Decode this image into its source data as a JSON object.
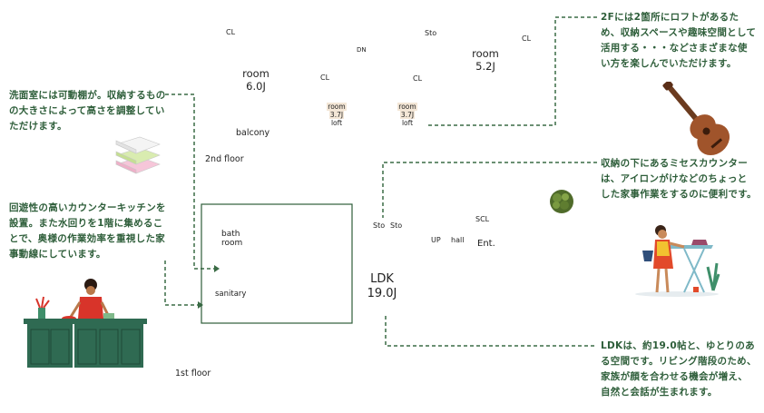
{
  "notes": {
    "top_right": "2Fには2箇所にロフトがあるため、収納スペースや趣味空間として活用する・・・などさまざまな使い方を楽しんでいただけます。",
    "left_top": "洗面室には可動棚が。収納するものの大きさによって高さを調整していただけます。",
    "left_mid": "回遊性の高いカウンターキッチンを設置。また水回りを1階に集めることで、奥様の作業効率を重視した家事動線にしています。",
    "right_mid": "収納の下にあるミセスカウンターは、アイロンがけなどのちょっとした家事作業をするのに便利です。",
    "right_bottom": "LDKは、約19.0帖と、ゆとりのある空間です。リビング階段のため、家族が顔を合わせる機会が増え、自然と会話が生まれます。"
  },
  "second_floor": {
    "floor_label": "2nd floor",
    "labels": {
      "cl_1": "CL",
      "dn": "DN",
      "sto": "Sto",
      "cl_2": "CL",
      "cl_3": "CL",
      "cl_4": "CL",
      "balcony": "balcony"
    },
    "room_a": {
      "name": "room",
      "size": "6.0J"
    },
    "room_b": {
      "name": "room",
      "size": "5.2J"
    },
    "loft_a": {
      "name": "room",
      "size": "3.7J",
      "tag": "loft"
    },
    "loft_b": {
      "name": "room",
      "size": "3.7J",
      "tag": "loft"
    }
  },
  "first_floor": {
    "floor_label": "1st floor",
    "bath": {
      "line1": "bath",
      "line2": "room"
    },
    "sanitary": "sanitary",
    "ldk": {
      "name": "LDK",
      "size": "19.0J"
    },
    "labels": {
      "sto_1": "Sto",
      "sto_2": "Sto",
      "up": "UP",
      "hall": "hall",
      "scl": "SCL",
      "ent": "Ent."
    }
  },
  "colors": {
    "accent_green": "#2e5e3a",
    "dash_green": "#3a6b45",
    "loft_bg": "#f3e6d6"
  }
}
